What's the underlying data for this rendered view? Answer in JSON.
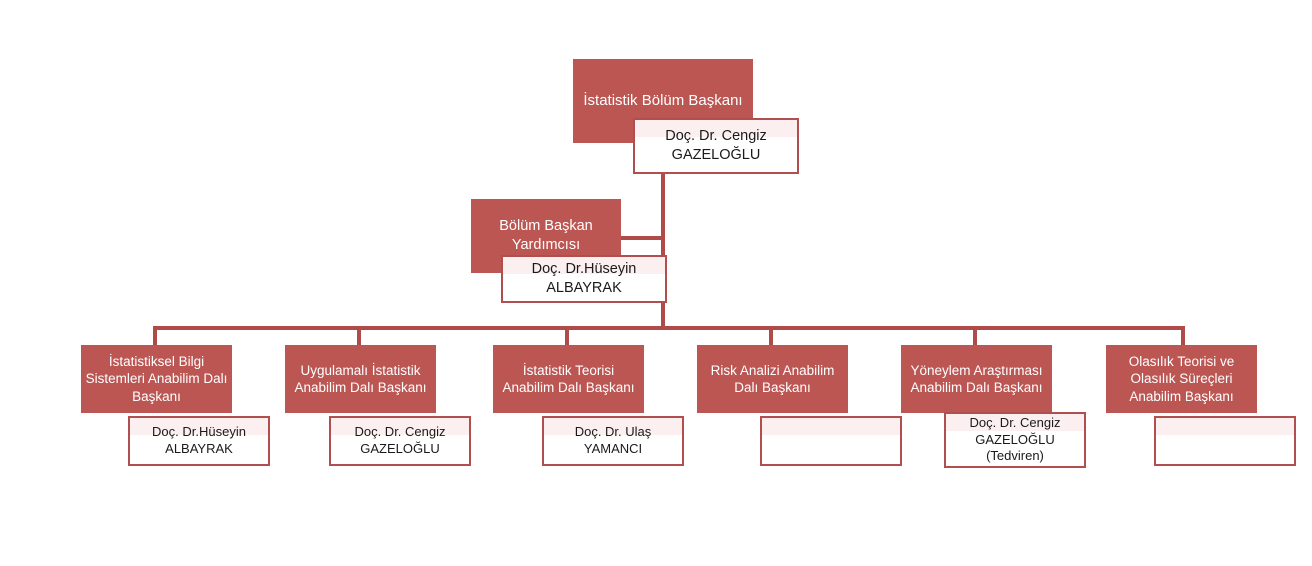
{
  "theme": {
    "box_fill": "#BB5653",
    "box_text": "#FFFFFF",
    "person_border": "#B04F4D",
    "person_fill": "#FFFFFF",
    "person_band": "#FBF0EF",
    "connector": "#AF4B49",
    "background": "#FFFFFF"
  },
  "org_chart": {
    "root": {
      "title": "İstatistik Bölüm Başkanı",
      "person_line1": "Doç. Dr. Cengiz",
      "person_line2": "GAZELOĞLU",
      "person_line3": ""
    },
    "deputy": {
      "title_line1": "Bölüm Başkan",
      "title_line2": "Yardımcısı",
      "person_line1": "Doç. Dr.Hüseyin",
      "person_line2": "ALBAYRAK",
      "person_line3": ""
    },
    "units": [
      {
        "title": "İstatistiksel Bilgi Sistemleri Anabilim Dalı Başkanı",
        "person_line1": "Doç. Dr.Hüseyin",
        "person_line2": "ALBAYRAK",
        "person_line3": ""
      },
      {
        "title": "Uygulamalı İstatistik Anabilim Dalı Başkanı",
        "person_line1": "Doç. Dr. Cengiz",
        "person_line2": "GAZELOĞLU",
        "person_line3": ""
      },
      {
        "title": "İstatistik Teorisi Anabilim Dalı Başkanı",
        "person_line1": "Doç. Dr. Ulaş",
        "person_line2": "YAMANCI",
        "person_line3": ""
      },
      {
        "title": "Risk Analizi Anabilim Dalı Başkanı",
        "person_line1": "",
        "person_line2": "",
        "person_line3": ""
      },
      {
        "title": "Yöneylem Araştırması Anabilim Dalı Başkanı",
        "person_line1": "Doç. Dr. Cengiz",
        "person_line2": "GAZELOĞLU",
        "person_line3": "(Tedviren)"
      },
      {
        "title": "Olasılık Teorisi ve Olasılık Süreçleri Anabilim Başkanı",
        "person_line1": "",
        "person_line2": "",
        "person_line3": ""
      }
    ]
  }
}
